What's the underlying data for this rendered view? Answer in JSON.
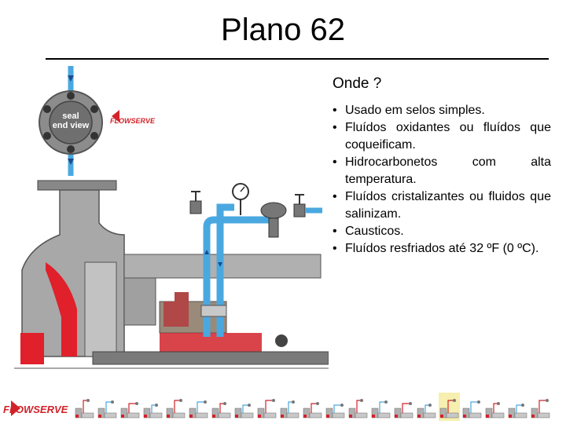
{
  "slide": {
    "title": "Plano 62",
    "heading": "Onde ?",
    "bullets": [
      "Usado em selos simples.",
      "Fluídos oxidantes ou fluídos que coqueificam.",
      "Hidrocarbonetos com alta temperatura.",
      "Fluídos cristalizantes ou fluidos que salinizam.",
      "Causticos.",
      "Fluídos resfriados até 32 ºF (0 ºC)."
    ],
    "bullet_glyph": "•"
  },
  "diagram": {
    "seal_view_label_1": "seal",
    "seal_view_label_2": "end view",
    "brand_logo_text": "FLOWSERVE"
  },
  "footer": {
    "logo_text": "FLOWSERVE",
    "thumbnail_count": 21,
    "active_thumbnail": 16
  },
  "colors": {
    "brand_red": "#d2232a",
    "process_red": "#e0202a",
    "quench_blue": "#4aa8e0",
    "casing_gray": "#9a9a9a",
    "active_thumb": "#f6efb0"
  }
}
